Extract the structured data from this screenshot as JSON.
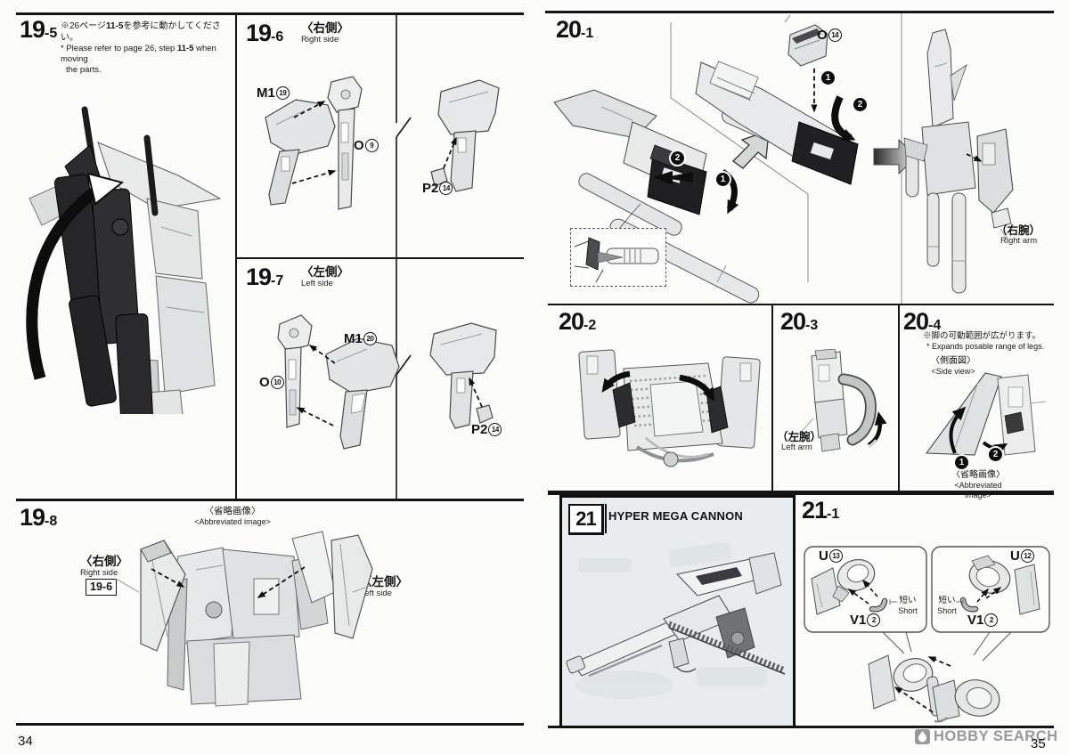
{
  "page": {
    "left_number": "34",
    "right_number": "35",
    "watermark": "HOBBY SEARCH"
  },
  "s19_5": {
    "num": "19",
    "sub": "-5",
    "note_jp_pre": "※26ページ",
    "note_ref": "11-5",
    "note_jp_post": "を参考に動かしてください。",
    "note_en_pre": "* Please refer to page 26, step ",
    "note_en_ref": "11-5",
    "note_en_post": " when moving",
    "note_en_line2": "the parts."
  },
  "s19_6": {
    "num": "19",
    "sub": "-6",
    "side_jp": "〈右側〉",
    "side_en": "Right side",
    "part_m1_prefix": "M1",
    "part_m1_num": "19",
    "part_o_prefix": "O",
    "part_o_num": "9",
    "part_p2_prefix": "P2",
    "part_p2_num": "14"
  },
  "s19_7": {
    "num": "19",
    "sub": "-7",
    "side_jp": "〈左側〉",
    "side_en": "Left side",
    "part_o_prefix": "O",
    "part_o_num": "10",
    "part_m1_prefix": "M1",
    "part_m1_num": "20",
    "part_p2_prefix": "P2",
    "part_p2_num": "14"
  },
  "s19_8": {
    "num": "19",
    "sub": "-8",
    "abbr_jp": "〈省略画像〉",
    "abbr_en": "<Abbreviated image>",
    "right_jp": "〈右側〉",
    "right_en": "Right side",
    "right_ref": "19-6",
    "left_jp": "〈左側〉",
    "left_en": "Left side"
  },
  "s20_1": {
    "num": "20",
    "sub": "-1",
    "part_o_prefix": "O",
    "part_o_num": "14",
    "step1": "1",
    "step2": "2",
    "arm_jp": "（右腕）",
    "arm_en": "Right arm"
  },
  "s20_2": {
    "num": "20",
    "sub": "-2"
  },
  "s20_3": {
    "num": "20",
    "sub": "-3",
    "arm_jp": "（左腕）",
    "arm_en": "Left arm"
  },
  "s20_4": {
    "num": "20",
    "sub": "-4",
    "note_jp": "※脚の可動範囲が広がります。",
    "note_en": "* Expands posable range of legs.",
    "view_jp": "〈側面図〉",
    "view_en": "<Side view>",
    "abbr_jp": "〈省略画像〉",
    "abbr_en": "<Abbreviated image>",
    "step1": "1",
    "step2": "2"
  },
  "s21": {
    "num": "21",
    "title": "HYPER MEGA CANNON"
  },
  "s21_1": {
    "num": "21",
    "sub": "-1",
    "left_u_prefix": "U",
    "left_u_num": "13",
    "left_v_prefix": "V1",
    "left_v_num": "2",
    "left_short_jp": "短い",
    "left_short_en": "Short",
    "right_u_prefix": "U",
    "right_u_num": "12",
    "right_v_prefix": "V1",
    "right_v_num": "2",
    "right_short_jp": "短い",
    "right_short_en": "Short"
  }
}
